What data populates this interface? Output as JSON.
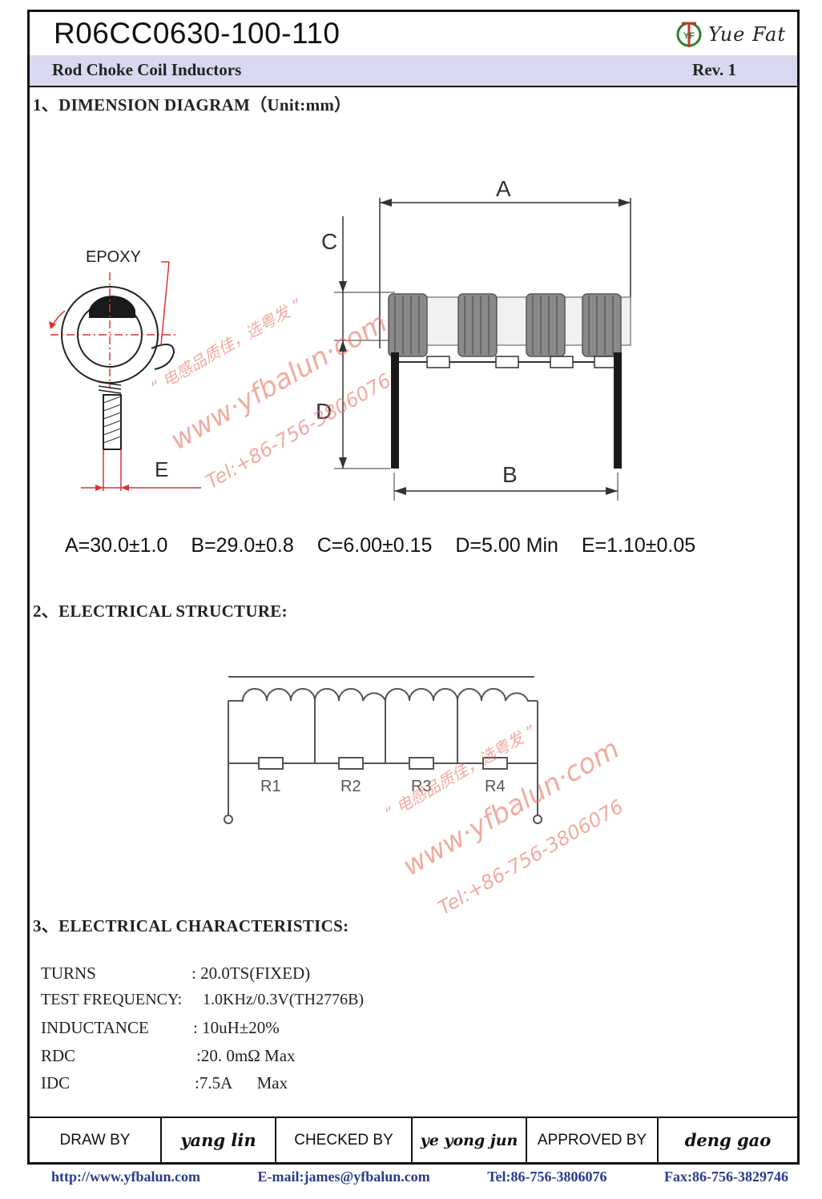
{
  "header": {
    "part_number": "R06CC0630-100-110",
    "logo_text": "Yue Fat",
    "logo_mark": "YF"
  },
  "subheader": {
    "title": "Rod Choke Coil  Inductors",
    "revision": "Rev. 1"
  },
  "section1": {
    "heading": "1、DIMENSION DIAGRAM（Unit:mm）",
    "side_label_epoxy": "EPOXY",
    "side_label_e": "E",
    "front_labels": {
      "a": "A",
      "b": "B",
      "c": "C",
      "d": "D"
    },
    "dimensions": [
      "A=30.0±1.0",
      "B=29.0±0.8",
      "C=6.00±0.15",
      "D=5.00 Min",
      "E=1.10±0.05"
    ]
  },
  "section2": {
    "heading": "2、ELECTRICAL STRUCTURE:",
    "resistors": [
      "R1",
      "R2",
      "R3",
      "R4"
    ]
  },
  "section3": {
    "heading": "3、ELECTRICAL CHARACTERISTICS:",
    "rows": [
      {
        "label": "TURNS",
        "value": ":  20.0TS(FIXED)"
      },
      {
        "label": "TEST FREQUENCY:",
        "value": "1.0KHz/0.3V(TH2776B)"
      },
      {
        "label": "INDUCTANCE",
        "value": ": 10uH±20%"
      },
      {
        "label": "RDC",
        "value": ":20. 0mΩ Max"
      },
      {
        "label": "IDC",
        "value": ":7.5A      Max"
      }
    ]
  },
  "signoff": {
    "draw_label": "DRAW BY",
    "draw_name": "yang lin",
    "checked_label": "CHECKED BY",
    "checked_name": "ye yong jun",
    "approved_label": "APPROVED BY",
    "approved_name": "deng  gao"
  },
  "contact": {
    "url": "http://www.yfbalun.com",
    "email": "E-mail:james@yfbalun.com",
    "tel": "Tel:86-756-3806076",
    "fax": "Fax:86-756-3829746"
  },
  "watermark": {
    "line1": "“ 电感品质佳，选粤发 ”",
    "line2": "www·yfbalun·com",
    "line3": "Tel:+86-756-3806076"
  },
  "colors": {
    "subheader_bg": "#d8d9f0",
    "contact_text": "#2a3b8c",
    "watermark": "#e87864",
    "logo_red": "#c0392b",
    "logo_green": "#2e7d32"
  }
}
